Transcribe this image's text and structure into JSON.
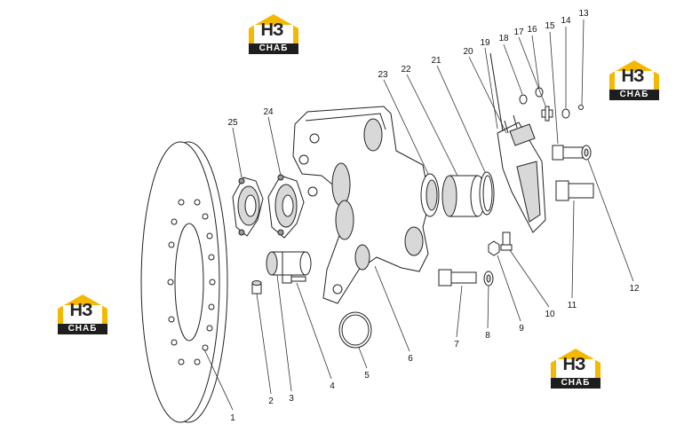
{
  "callouts": [
    "1",
    "2",
    "3",
    "4",
    "5",
    "6",
    "7",
    "8",
    "9",
    "10",
    "11",
    "12",
    "13",
    "14",
    "15",
    "16",
    "17",
    "18",
    "19",
    "20",
    "21",
    "22",
    "23",
    "24",
    "25"
  ],
  "watermark": {
    "letters": "НЗ",
    "word": "СНАБ",
    "accent_color": "#f5b800",
    "text_color": "#ffffff",
    "bar_color": "#1e1e1e"
  }
}
